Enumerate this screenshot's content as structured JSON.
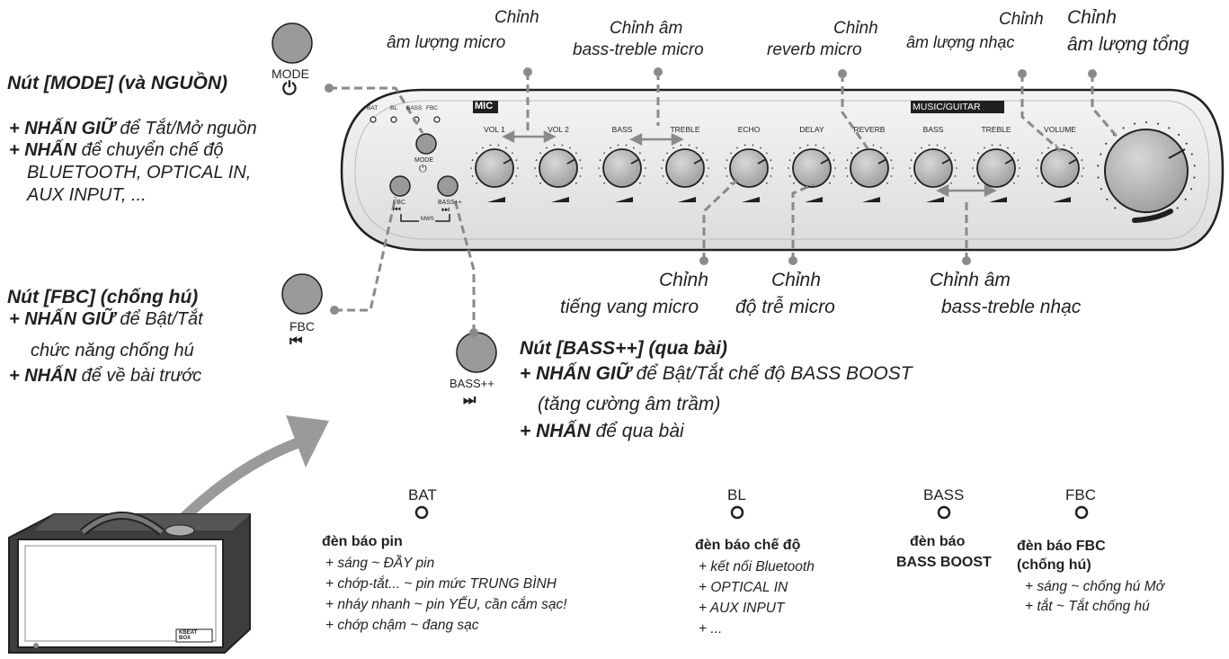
{
  "mode_button": {
    "label": "MODE",
    "title": "Nút [MODE] (và NGUỒN)",
    "lines": [
      {
        "bold": "+ NHẤN GIỮ",
        "rest": " để Tắt/Mở nguồn"
      },
      {
        "bold": "+ NHẤN",
        "rest": " để chuyển chế độ"
      },
      {
        "bold": "",
        "rest": "BLUETOOTH, OPTICAL IN,"
      },
      {
        "bold": "",
        "rest": "AUX INPUT, ..."
      }
    ]
  },
  "fbc_button": {
    "label": "FBC",
    "title": "Nút [FBC] (chống hú)",
    "lines": [
      {
        "bold": "+ NHẤN GIỮ",
        "rest": " để Bật/Tắt"
      },
      {
        "bold": "",
        "rest": "chức năng chống hú"
      },
      {
        "bold": "+ NHẤN",
        "rest": " để về bài trước"
      }
    ]
  },
  "bass_button": {
    "label": "BASS++",
    "title": "Nút [BASS++] (qua bài)",
    "lines": [
      {
        "bold": "+ NHẤN GIỮ",
        "rest": " để Bật/Tắt chế độ BASS BOOST"
      },
      {
        "bold": "",
        "rest": "(tăng cường âm trầm)"
      },
      {
        "bold": "+ NHẤN",
        "rest": " để qua bài"
      }
    ]
  },
  "top_captions": [
    {
      "l1": "Chỉnh",
      "l2": "âm lượng micro"
    },
    {
      "l1": "Chỉnh âm",
      "l2": "bass-treble micro"
    },
    {
      "l1": "Chỉnh",
      "l2": "reverb micro"
    },
    {
      "l1": "Chỉnh",
      "l2": "âm lượng nhạc"
    },
    {
      "l1": "Chỉnh",
      "l2": "âm lượng tổng"
    }
  ],
  "bottom_captions": [
    {
      "l1": "Chỉnh",
      "l2": "tiếng vang micro"
    },
    {
      "l1": "Chỉnh",
      "l2": "độ trễ micro"
    },
    {
      "l1": "Chỉnh âm",
      "l2": "bass-treble nhạc"
    }
  ],
  "panel": {
    "mic_tag": "MIC",
    "music_tag": "MUSIC/GUITAR",
    "knobs": [
      "VOL 1",
      "VOL 2",
      "BASS",
      "TREBLE",
      "ECHO",
      "DELAY",
      "REVERB",
      "BASS",
      "TREBLE",
      "VOLUME"
    ],
    "leds": [
      "BAT",
      "BL",
      "BASS",
      "FBC"
    ],
    "mode": "MODE",
    "fbc": "FBC",
    "bass": "BASS++",
    "mws": "MWS"
  },
  "leds": [
    {
      "name": "BAT",
      "heading": [
        "đèn báo pin"
      ],
      "items": [
        "+ sáng ~ ĐẦY pin",
        "+ chớp-tắt... ~ pin mức TRUNG BÌNH",
        "+ nháy nhanh ~ pin YẾU, cần cắm sạc!",
        "+ chớp chậm ~ đang sạc"
      ]
    },
    {
      "name": "BL",
      "heading": [
        "đèn báo chế độ"
      ],
      "items": [
        "+ kết nối Bluetooth",
        "+ OPTICAL IN",
        "+ AUX INPUT",
        "+ ..."
      ]
    },
    {
      "name": "BASS",
      "heading": [
        "đèn báo",
        "BASS BOOST"
      ],
      "items": []
    },
    {
      "name": "FBC",
      "heading": [
        "đèn báo FBC",
        "(chống hú)"
      ],
      "items": [
        "+ sáng ~ chống hú Mở",
        "+ tắt ~ Tắt chống hú"
      ]
    }
  ],
  "speaker_logo": "KBEAT BOX",
  "symbols": {
    "power": "⏻",
    "prev": "⏮",
    "next": "⏭"
  }
}
